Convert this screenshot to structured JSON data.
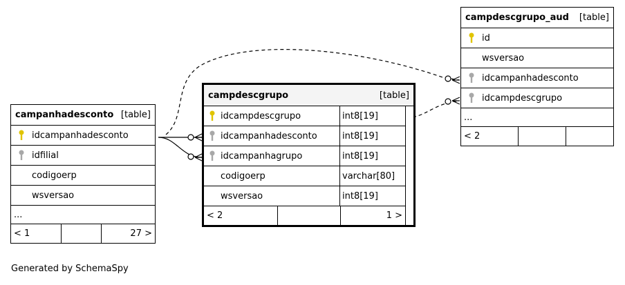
{
  "tables": {
    "campanhadesconto": {
      "name": "campanhadesconto",
      "kind": "[table]",
      "columns": [
        {
          "name": "idcampanhadesconto",
          "key": "primary-key-icon"
        },
        {
          "name": "idfilial",
          "key": "foreign-key-icon"
        },
        {
          "name": "codigoerp",
          "key": ""
        },
        {
          "name": "wsversao",
          "key": ""
        }
      ],
      "ellipsis": "...",
      "footer": {
        "left": "< 1",
        "mid": "",
        "right": "27 >"
      }
    },
    "campdescgrupo": {
      "name": "campdescgrupo",
      "kind": "[table]",
      "columns": [
        {
          "name": "idcampdescgrupo",
          "type": "int8[19]",
          "key": "primary-key-icon"
        },
        {
          "name": "idcampanhadesconto",
          "type": "int8[19]",
          "key": "foreign-key-icon"
        },
        {
          "name": "idcampanhagrupo",
          "type": "int8[19]",
          "key": "foreign-key-icon"
        },
        {
          "name": "codigoerp",
          "type": "varchar[80]",
          "key": ""
        },
        {
          "name": "wsversao",
          "type": "int8[19]",
          "key": ""
        }
      ],
      "footer": {
        "left": "< 2",
        "mid": "",
        "right": "1 >"
      }
    },
    "campdescgrupo_aud": {
      "name": "campdescgrupo_aud",
      "kind": "[table]",
      "columns": [
        {
          "name": "id",
          "key": "primary-key-icon"
        },
        {
          "name": "wsversao",
          "key": ""
        },
        {
          "name": "idcampanhadesconto",
          "key": "foreign-key-icon"
        },
        {
          "name": "idcampdescgrupo",
          "key": "foreign-key-icon"
        }
      ],
      "ellipsis": "...",
      "footer": {
        "left": "< 2",
        "mid": "",
        "right": ""
      }
    }
  },
  "colors": {
    "primary_key": "#e0c400",
    "foreign_key": "#a8a8a8",
    "border": "#000000"
  },
  "generated_by": "Generated by SchemaSpy"
}
